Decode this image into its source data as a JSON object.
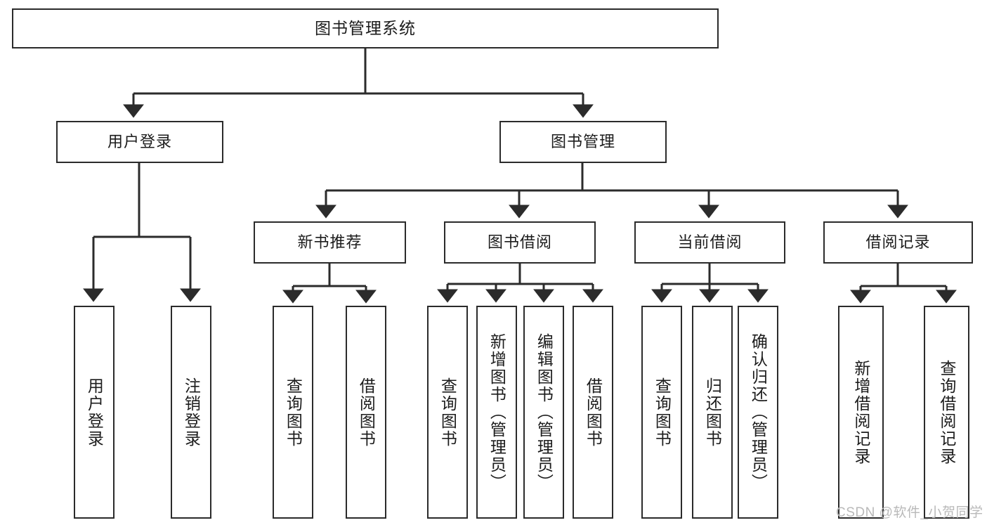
{
  "diagram": {
    "title": "图书管理系统",
    "type": "tree-hierarchy-chart",
    "root": {
      "label": "图书管理系统"
    },
    "level1": [
      {
        "label": "用户登录"
      },
      {
        "label": "图书管理"
      }
    ],
    "level2": [
      {
        "label": "新书推荐"
      },
      {
        "label": "图书借阅"
      },
      {
        "label": "当前借阅"
      },
      {
        "label": "借阅记录"
      }
    ],
    "leaves_user_login": [
      {
        "label": "用户登录"
      },
      {
        "label": "注销登录"
      }
    ],
    "leaves_new_book": [
      {
        "label": "查询图书"
      },
      {
        "label": "借阅图书"
      }
    ],
    "leaves_borrow": [
      {
        "label": "查询图书"
      },
      {
        "label": "新增图书（管理员）"
      },
      {
        "label": "编辑图书（管理员）"
      },
      {
        "label": "借阅图书"
      }
    ],
    "leaves_current": [
      {
        "label": "查询图书"
      },
      {
        "label": "归还图书"
      },
      {
        "label": "确认归还（管理员）"
      }
    ],
    "leaves_records": [
      {
        "label": "新增借阅记录"
      },
      {
        "label": "查询借阅记录"
      }
    ]
  },
  "watermark": {
    "text": "CSDN @软件_小贺同学"
  },
  "colors": {
    "stroke": "#2b2b2b",
    "background": "#ffffff",
    "text": "#1c1c1c",
    "watermark": "#b9b9b9"
  }
}
